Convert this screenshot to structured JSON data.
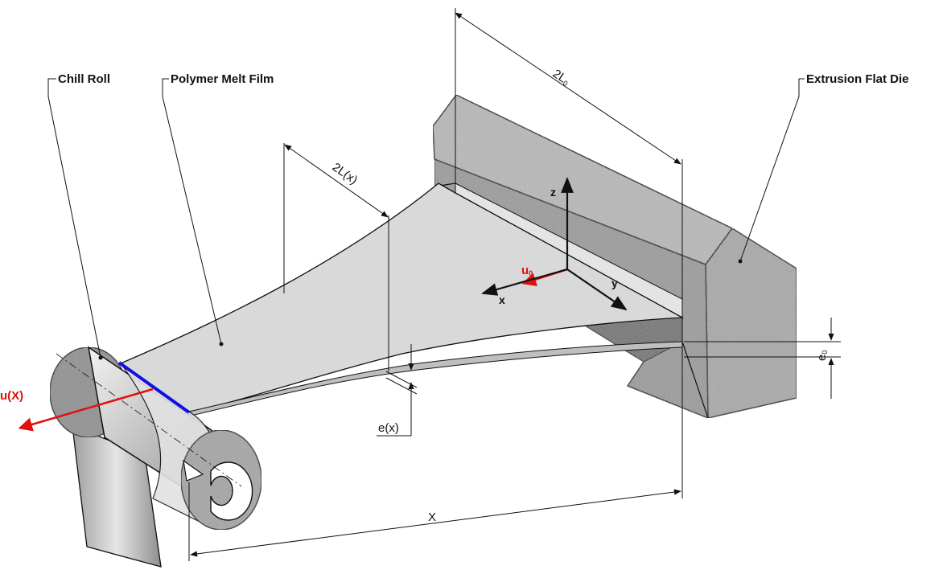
{
  "labels": {
    "chill_roll": "Chill Roll",
    "polymer_film": "Polymer Melt Film",
    "flat_die": "Extrusion Flat Die"
  },
  "dimensions": {
    "die_width_main": "2L",
    "die_width_sub": "0",
    "film_width_main": "2L(x)",
    "die_gap_main": "e",
    "die_gap_sub": "0",
    "film_thickness": "e(x)",
    "draw_distance": "X"
  },
  "velocities": {
    "die_velocity_main": "u",
    "die_velocity_sub": "0",
    "roll_velocity": "u(X)"
  },
  "axes": {
    "x": "x",
    "y": "y",
    "z": "z"
  },
  "colors": {
    "velocity_arrow": "#e01010",
    "contact_line": "#1010e0",
    "film": "#d9d9d9",
    "die_front": "#9a9a9a",
    "die_top": "#b8b8b8",
    "die_side": "#a8a8a8",
    "die_slot": "#6e6e6e"
  }
}
